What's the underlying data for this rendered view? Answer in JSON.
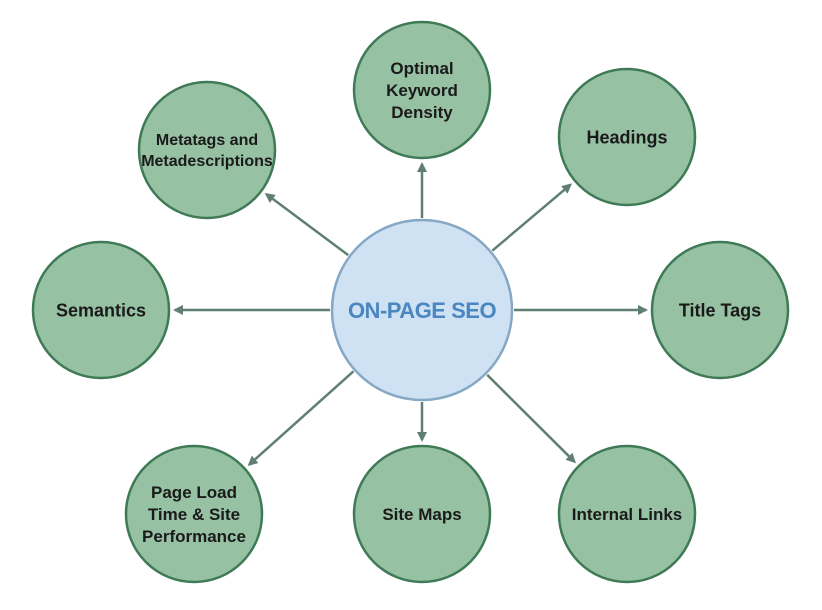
{
  "colors": {
    "hub_fill": "#cfe2f3",
    "hub_stroke": "#86a8c4",
    "hub_text": "#4a86c0",
    "node_fill": "#96c1a3",
    "node_stroke": "#3f7a57",
    "arrow": "#5e7f71"
  },
  "hub": {
    "label": "ON-PAGE SEO"
  },
  "nodes": [
    {
      "id": "optimal-keyword-density",
      "lines": [
        "Optimal",
        "Keyword",
        "Density"
      ]
    },
    {
      "id": "headings",
      "lines": [
        "Headings"
      ]
    },
    {
      "id": "title-tags",
      "lines": [
        "Title Tags"
      ]
    },
    {
      "id": "internal-links",
      "lines": [
        "Internal Links"
      ]
    },
    {
      "id": "site-maps",
      "lines": [
        "Site Maps"
      ]
    },
    {
      "id": "page-load-time",
      "lines": [
        "Page Load",
        "Time & Site",
        "Performance"
      ]
    },
    {
      "id": "semantics",
      "lines": [
        "Semantics"
      ]
    },
    {
      "id": "metatags",
      "lines": [
        "Metatags and",
        "Metadescriptions"
      ]
    }
  ]
}
